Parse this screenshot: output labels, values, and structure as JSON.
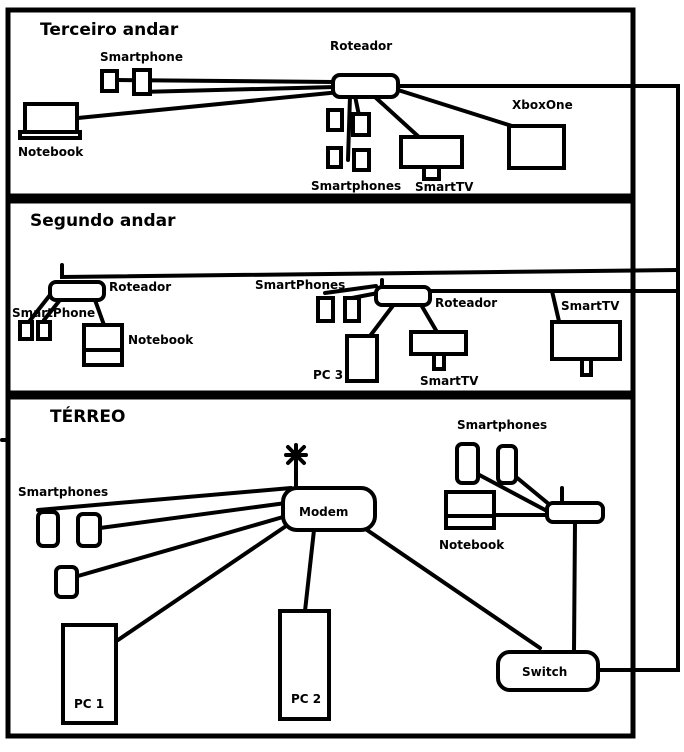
{
  "floors": {
    "third": {
      "title": "Terceiro andar"
    },
    "second": {
      "title": "Segundo andar"
    },
    "ground": {
      "title": "TÉRREO"
    }
  },
  "labels": {
    "third_smartphone": "Smartphone",
    "third_notebook": "Notebook",
    "third_router": "Roteador",
    "third_smartphones": "Smartphones",
    "third_smarttv": "SmartTV",
    "third_xbox": "XboxOne",
    "second_router_left": "Roteador",
    "second_smartphone": "SmartPhone",
    "second_notebook": "Notebook",
    "second_smartphones": "SmartPhones",
    "second_router_mid": "Roteador",
    "second_pc3": "PC 3",
    "second_smarttv_mid": "SmartTV",
    "second_smarttv_right": "SmartTV",
    "ground_smartphones_left": "Smartphones",
    "ground_modem": "Modem",
    "ground_smartphones_right": "Smartphones",
    "ground_notebook": "Notebook",
    "ground_switch": "Switch",
    "ground_pc1": "PC 1",
    "ground_pc2": "PC 2"
  }
}
